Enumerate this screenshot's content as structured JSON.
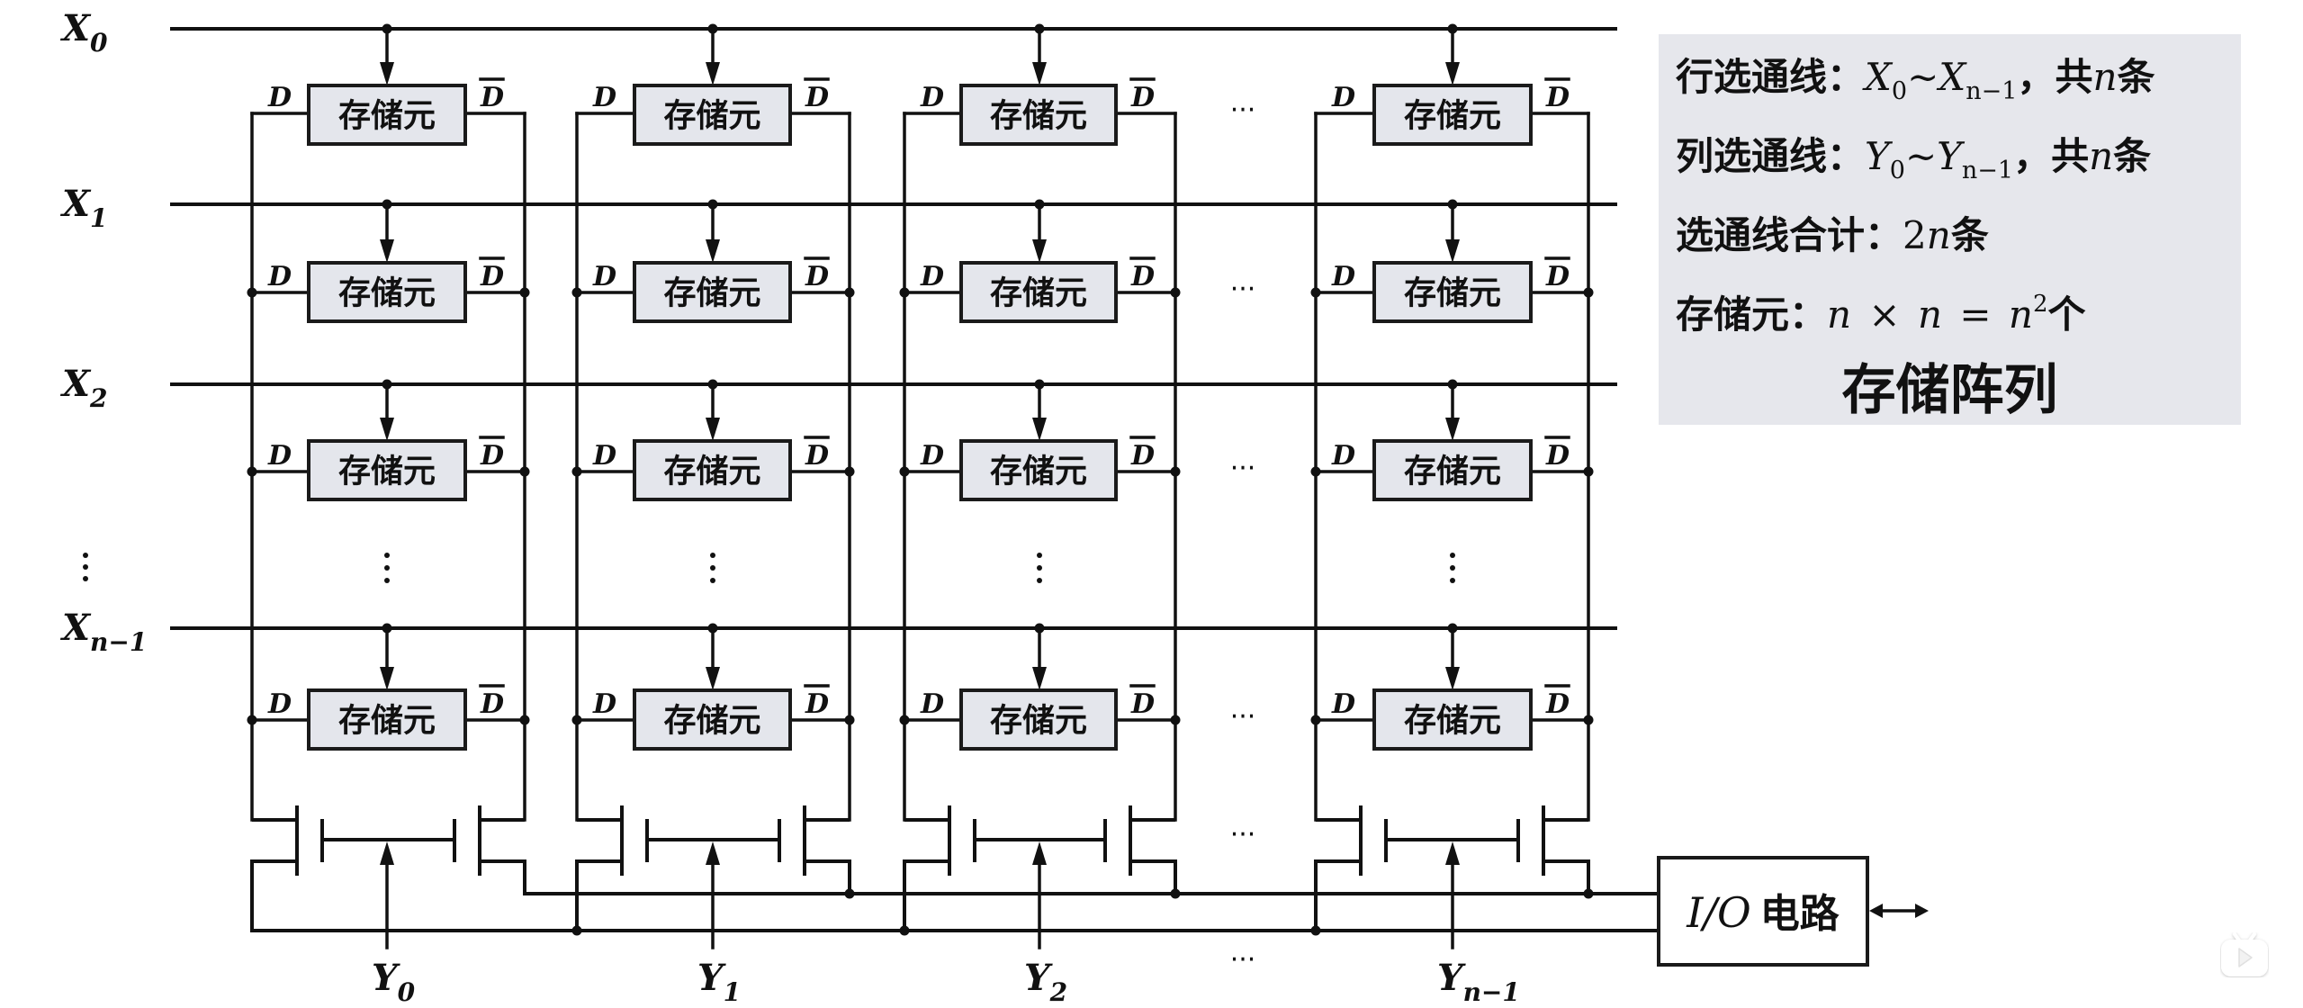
{
  "diagram": {
    "title": "存储阵列",
    "cell_label": "存储元",
    "pin_d": "D",
    "pin_d_bar": "D",
    "row_lines": [
      {
        "name": "X",
        "sub": "0"
      },
      {
        "name": "X",
        "sub": "1"
      },
      {
        "name": "X",
        "sub": "2"
      },
      {
        "name": "X",
        "sub": "n−1"
      }
    ],
    "column_lines": [
      {
        "name": "Y",
        "sub": "0"
      },
      {
        "name": "Y",
        "sub": "1"
      },
      {
        "name": "Y",
        "sub": "2"
      },
      {
        "name": "Y",
        "sub": "n−1"
      }
    ],
    "row_ellipsis": "⋮",
    "col_ellipsis": "···",
    "io_block": {
      "italic": "I/O",
      "label": "电路"
    }
  },
  "info_panel": {
    "row_select": {
      "label": "行选通线：",
      "from_var": "X",
      "from_sub": "0",
      "tilde": "~",
      "to_var": "X",
      "to_sub": "n−1",
      "sep": "，",
      "count_pre": "共",
      "count_var": "n",
      "count_post": "条"
    },
    "col_select": {
      "label": "列选通线：",
      "from_var": "Y",
      "from_sub": "0",
      "tilde": "~",
      "to_var": "Y",
      "to_sub": "n−1",
      "sep": "，",
      "count_pre": "共",
      "count_var": "n",
      "count_post": "条"
    },
    "total_select": {
      "label": "选通线合计：",
      "num": "2",
      "var": "n",
      "post": "条"
    },
    "cells": {
      "label": "存储元：",
      "expr": "n × n = n",
      "sup": "2",
      "post": "个"
    },
    "title": "存储阵列"
  },
  "colors": {
    "cell_fill": "#e4e6ec",
    "panel_bg": "#e6e7ec",
    "line": "#111111"
  },
  "icons": {
    "watermark": "bilibili-tv-icon"
  }
}
